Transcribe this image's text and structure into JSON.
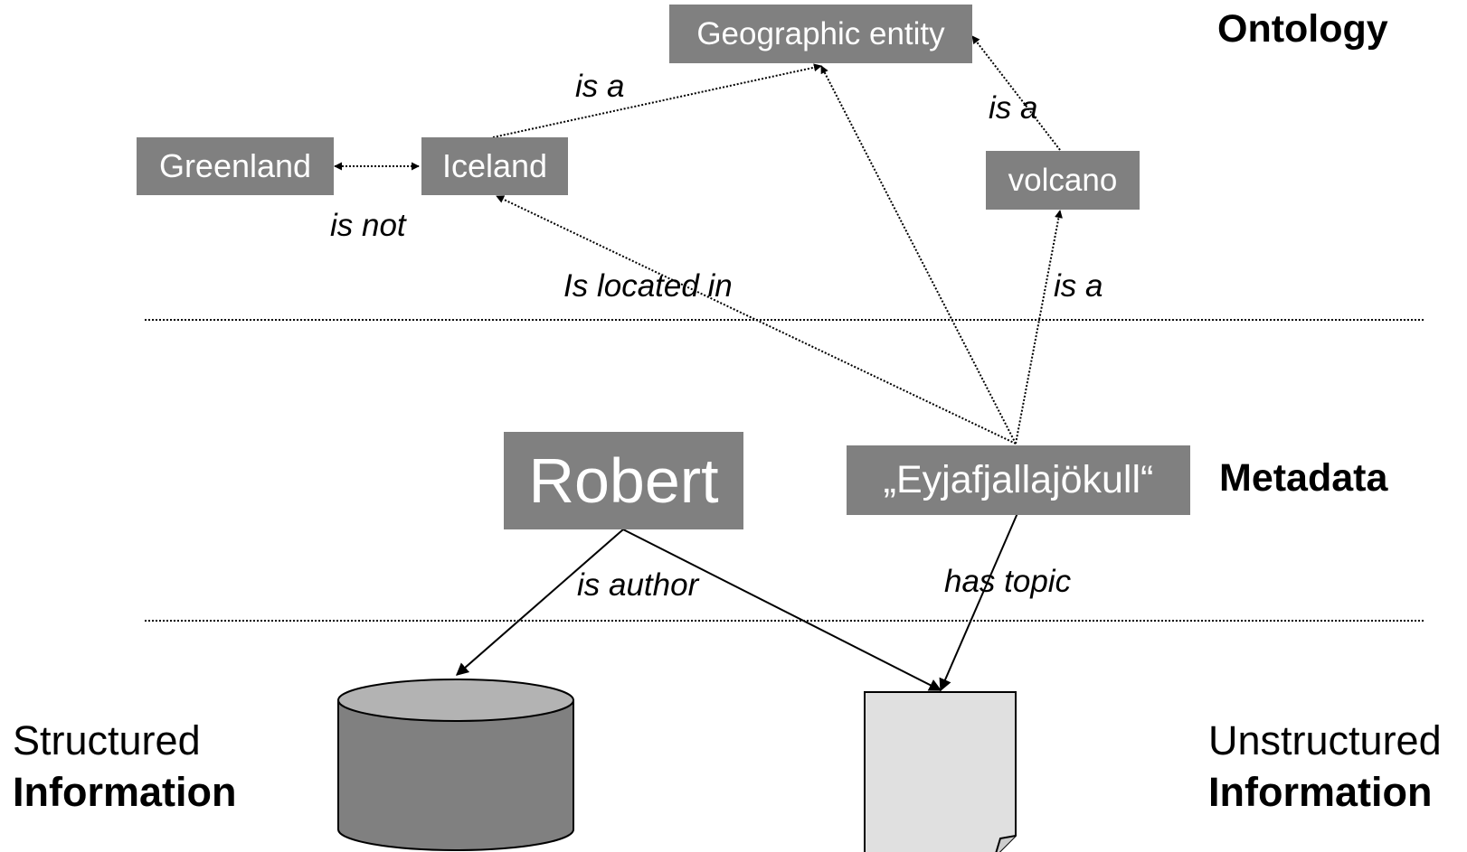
{
  "layers": {
    "ontology": "Ontology",
    "metadata": "Metadata"
  },
  "nodes": {
    "geographic_entity": "Geographic entity",
    "greenland": "Greenland",
    "iceland": "Iceland",
    "volcano": "volcano",
    "robert": "Robert",
    "eyjafjallajokull": "„Eyjafjallajökull“"
  },
  "relations": {
    "iceland_is_a": "is a",
    "volcano_is_a": "is a",
    "is_not": "is not",
    "is_located_in": "Is located in",
    "eyja_is_a": "is a",
    "is_author": "is author",
    "has_topic": "has topic"
  },
  "information": {
    "structured_line1": "Structured",
    "structured_line2": "Information",
    "unstructured_line1": "Unstructured",
    "unstructured_line2": "Information"
  },
  "colors": {
    "node_fill": "#808080",
    "node_text": "#ffffff",
    "database_fill": "#808080",
    "database_top": "#b3b3b3",
    "document_fill": "#e0e0e0"
  },
  "icons": {
    "database": "database-cylinder-icon",
    "document": "document-page-icon"
  }
}
